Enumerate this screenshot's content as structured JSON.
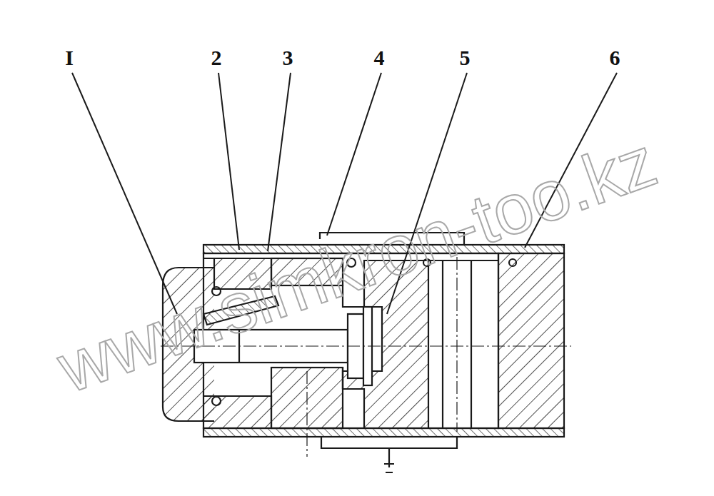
{
  "diagram": {
    "labels": [
      "I",
      "2",
      "3",
      "4",
      "5",
      "6",
      "www.simkron-too.kz"
    ]
  }
}
